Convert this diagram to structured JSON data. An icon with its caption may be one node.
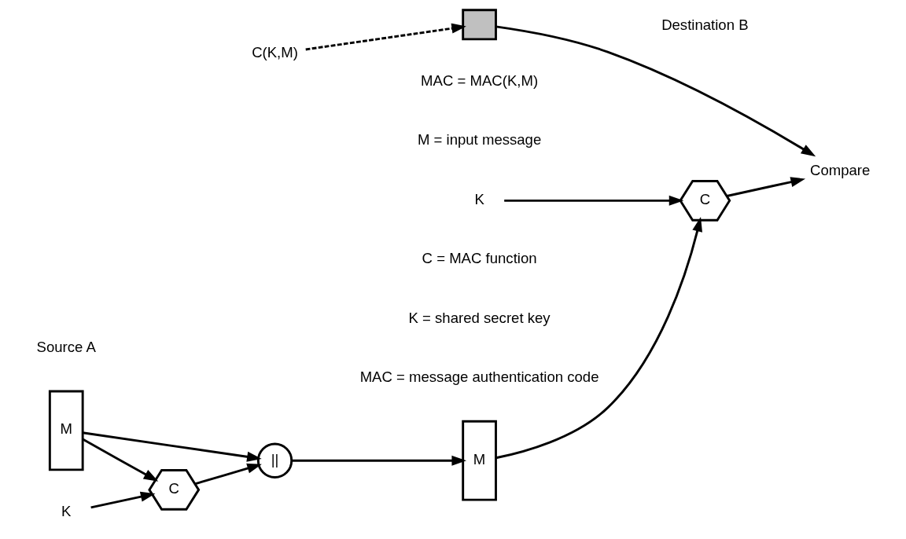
{
  "diagram": {
    "nodes": [
      {
        "text": [
          "M"
        ]
      },
      {
        "text": [
          "||"
        ]
      },
      {
        "text": [
          "K"
        ]
      },
      {
        "text": [
          "C"
        ]
      },
      {
        "text": [
          "M"
        ]
      },
      {
        "text": [],
        "shape": "box"
      },
      {
        "text": [
          "C(K,M)"
        ]
      },
      {
        "text": [
          "K"
        ]
      },
      {
        "text": [
          "C"
        ]
      },
      {
        "text": [
          "Compare"
        ]
      }
    ],
    "edges": [
      {
        "from": 0,
        "to": 1,
        "arrow": "to"
      },
      {
        "from": 0,
        "to": 3,
        "arrow": "to"
      },
      {
        "from": 2,
        "to": 3,
        "arrow": "to"
      },
      {
        "from": 3,
        "to": 1,
        "arrow": "to"
      },
      {
        "from": 1,
        "to": 4,
        "arrow": "to"
      },
      {
        "from": 6,
        "to": 5,
        "arrow": "to",
        "style": "dashed"
      },
      {
        "from": 7,
        "to": 8,
        "arrow": "to"
      },
      {
        "from": 4,
        "to": 8,
        "arrow": "to"
      },
      {
        "from": 8,
        "to": 9,
        "arrow": "to"
      },
      {
        "from": 5,
        "to": 9,
        "arrow": "to"
      }
    ],
    "labels": [
      "Source A",
      "Destination B",
      "MAC = MAC(K,M)",
      "M = input message",
      "C = MAC function",
      "K = shared secret key",
      "MAC = message authentication code"
    ]
  }
}
